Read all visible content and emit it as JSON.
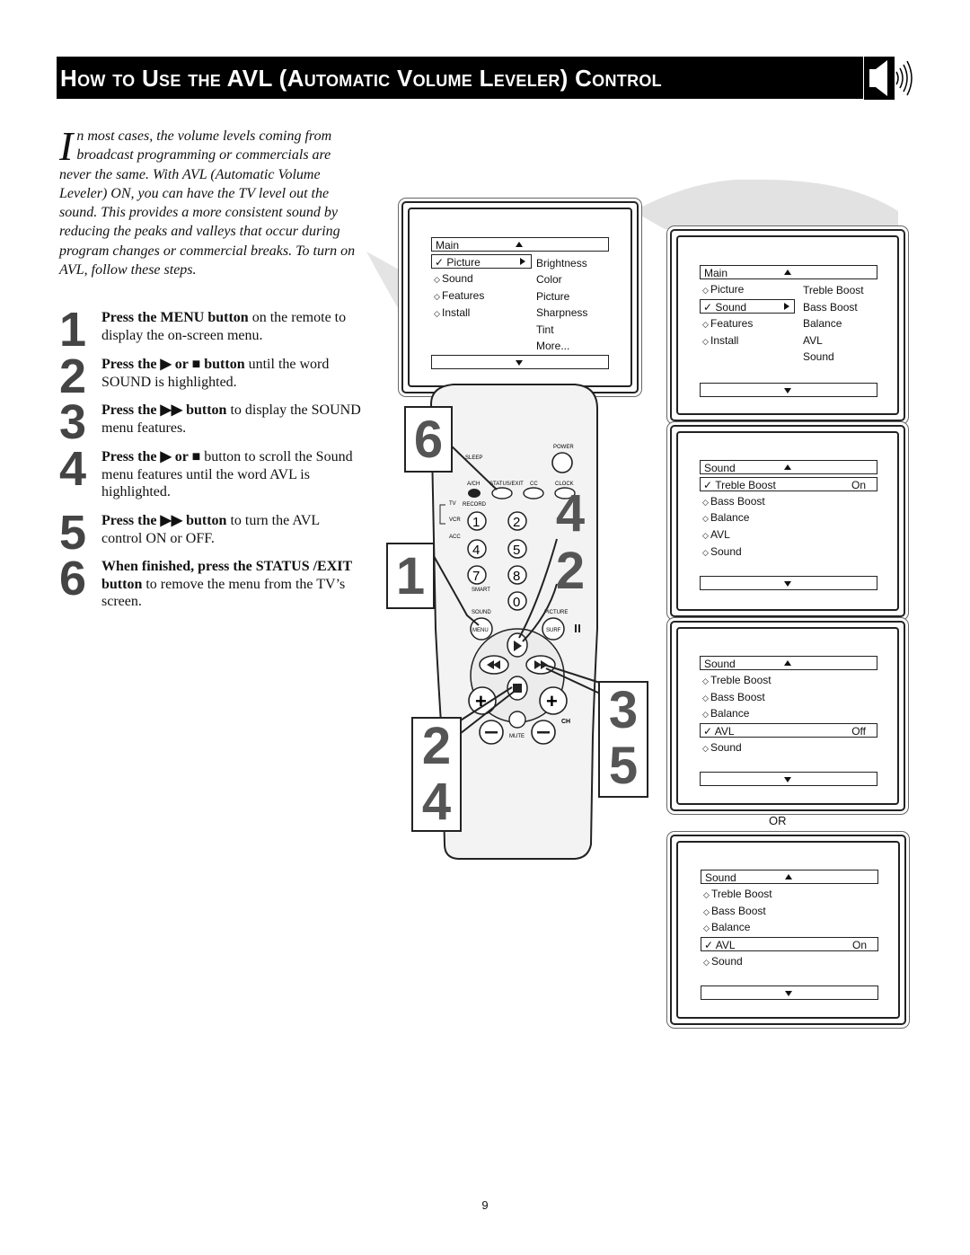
{
  "header": {
    "title": "How to Use the AVL (Automatic Volume Leveler) Control",
    "icon": "speaker-icon"
  },
  "intro": {
    "dropcap": "I",
    "text": "n most cases, the volume levels coming from broadcast programming or commercials are never the same. With AVL (Automatic Volume Leveler) ON, you can have the TV level out the sound.  This provides a more consistent sound by reducing the peaks and valleys that occur during program changes or commercial breaks. To turn on AVL, follow these steps."
  },
  "steps": [
    {
      "num": "1",
      "bold": "Press the MENU button",
      "rest": " on the remote to display the on-screen menu."
    },
    {
      "num": "2",
      "bold": "Press the ▶ or ■ button",
      "rest": " until the word SOUND is highlighted."
    },
    {
      "num": "3",
      "bold": "Press the ▶▶ button",
      "rest": " to display the SOUND menu features."
    },
    {
      "num": "4",
      "bold": "Press the ▶ or ■",
      "rest": " button to scroll the Sound menu features until the word AVL is highlighted."
    },
    {
      "num": "5",
      "bold": "Press the ▶▶ button",
      "rest": " to turn the AVL control ON or OFF."
    },
    {
      "num": "6",
      "bold": "When finished, press the STATUS /EXIT button",
      "rest": " to remove the menu from the TV’s screen."
    }
  ],
  "screen_main_picture": {
    "header": "Main",
    "left": [
      "Picture",
      "Sound",
      "Features",
      "Install"
    ],
    "right": [
      "Brightness",
      "Color",
      "Picture",
      "Sharpness",
      "Tint",
      "More..."
    ]
  },
  "screen_main_sound": {
    "header": "Main",
    "left": [
      "Picture",
      "Sound",
      "Features",
      "Install"
    ],
    "right": [
      "Treble  Boost",
      "Bass  Boost",
      "Balance",
      "AVL",
      "Sound"
    ]
  },
  "screen_sound_treble": {
    "header": "Sound",
    "items": [
      "Treble Boost",
      "Bass Boost",
      "Balance",
      "AVL",
      "Sound"
    ],
    "value": "On"
  },
  "screen_sound_avl_off": {
    "header": "Sound",
    "items": [
      "Treble Boost",
      "Bass Boost",
      "Balance",
      "AVL",
      "Sound"
    ],
    "value": "Off"
  },
  "or_label": "OR",
  "screen_sound_avl_on": {
    "header": "Sound",
    "items": [
      "Treble Boost",
      "Bass Boost",
      "Balance",
      "AVL",
      "Sound"
    ],
    "value": "On"
  },
  "remote": {
    "labels": {
      "sleep": "SLEEP",
      "power": "POWER",
      "ach": "A/CH",
      "status": "STATUS/EXIT",
      "cc": "CC",
      "clock": "CLOCK",
      "tv": "TV",
      "record": "RECORD",
      "vcr": "VCR",
      "acc": "ACC",
      "smart": "SMART",
      "sound": "SOUND",
      "picture": "PICTURE",
      "menu": "MENU",
      "surf": "SURF",
      "ch": "CH",
      "mute": "MUTE"
    },
    "digits": [
      "1",
      "2",
      "4",
      "5",
      "7",
      "8",
      "0"
    ],
    "callouts": [
      "6",
      "1",
      "4",
      "2",
      "2",
      "4",
      "3",
      "5"
    ]
  },
  "page_number": "9"
}
